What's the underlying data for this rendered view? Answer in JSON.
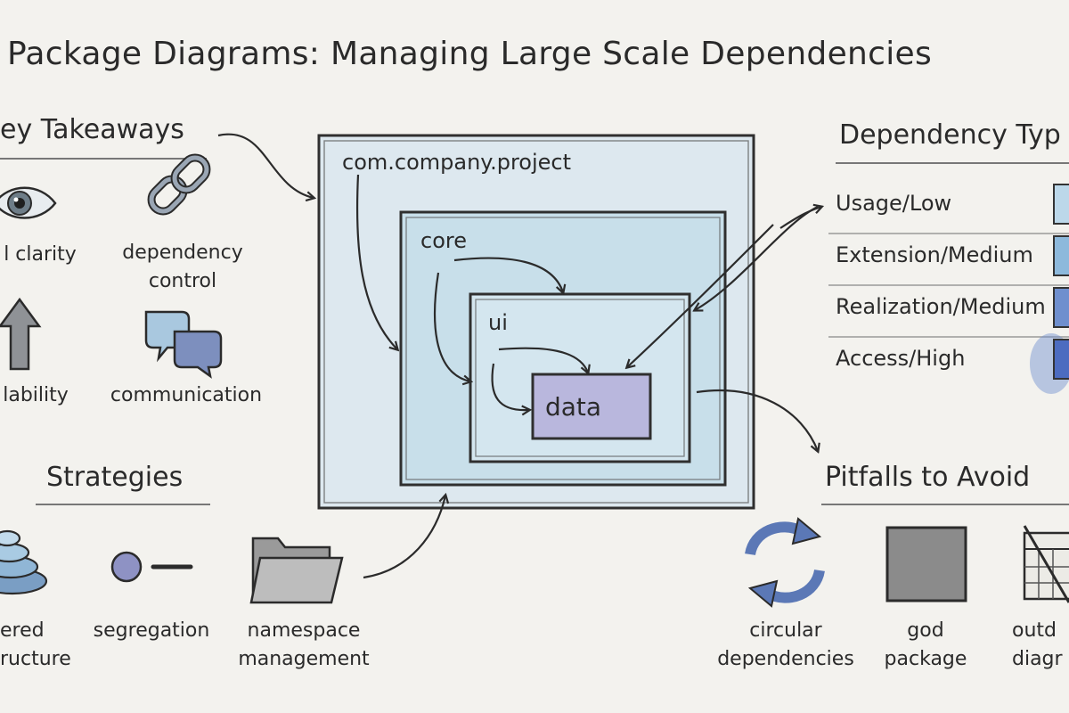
{
  "title": "Package Diagrams: Managing Large Scale Dependencies",
  "takeaways": {
    "heading": "ey Takeaways",
    "items": [
      {
        "label": "l clarity",
        "icon": "eye-icon"
      },
      {
        "label": "dependency\ncontrol",
        "icon": "chain-link-icon"
      },
      {
        "label": "lability",
        "icon": "up-arrow-icon"
      },
      {
        "label": "communication",
        "icon": "speech-bubbles-icon"
      }
    ]
  },
  "strategies": {
    "heading": "Strategies",
    "items": [
      {
        "label": "ered\nructure",
        "icon": "stacked-layers-icon"
      },
      {
        "label": "segregation",
        "icon": "lollipop-interface-icon"
      },
      {
        "label": "namespace\nmanagement",
        "icon": "folder-icon"
      }
    ]
  },
  "packages": {
    "outer": "com.company.project",
    "core": "core",
    "ui": "ui",
    "data": "data"
  },
  "dependency_types": {
    "heading": "Dependency Typ",
    "items": [
      {
        "label": "Usage/Low",
        "color": "#bcd8ea"
      },
      {
        "label": "Extension/Medium",
        "color": "#8db9dc"
      },
      {
        "label": "Realization/Medium",
        "color": "#6f8fce"
      },
      {
        "label": "Access/High",
        "color": "#4d6cc0"
      }
    ]
  },
  "pitfalls": {
    "heading": "Pitfalls to Avoid",
    "items": [
      {
        "label": "circular\ndependencies",
        "icon": "circular-arrows-icon"
      },
      {
        "label": "god\npackage",
        "icon": "gray-square-icon"
      },
      {
        "label": "outd\ndiagr",
        "icon": "crossed-calendar-icon"
      }
    ]
  },
  "colors": {
    "outer_fill": "#dde8ef",
    "core_fill": "#c8dfea",
    "ui_fill": "#d4e6ef",
    "data_fill": "#b9b7dd",
    "ink": "#2b2b2b"
  }
}
